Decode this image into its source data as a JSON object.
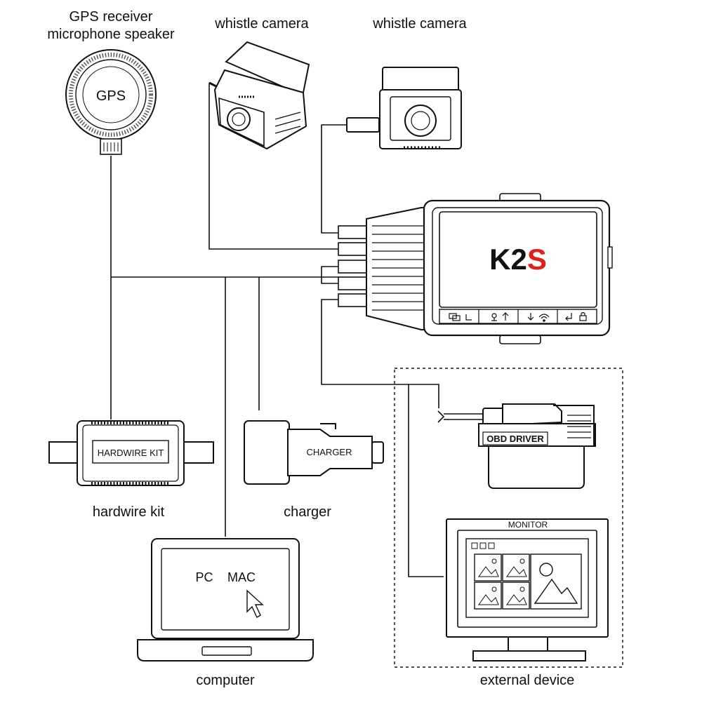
{
  "labels": {
    "gps_line1": "GPS receiver",
    "gps_line2": "microphone speaker",
    "camera_left": "whistle camera",
    "camera_right": "whistle camera",
    "hardwire_kit": "hardwire kit",
    "charger": "charger",
    "computer": "computer",
    "external_device": "external device"
  },
  "device_text": {
    "gps_badge": "GPS",
    "dashcam_brand_k2": "K2",
    "dashcam_brand_s": "S",
    "hardwire_box": "HARDWIRE KIT",
    "charger_box": "CHARGER",
    "obd_box": "OBD DRIVER",
    "monitor_title": "MONITOR",
    "screen_pc": "PC",
    "screen_mac": "MAC"
  },
  "dashcam_buttons": [
    {
      "icon": "screen-switch-icon"
    },
    {
      "icon": "mic-up-icon"
    },
    {
      "icon": "wifi-down-icon"
    },
    {
      "icon": "enter-lock-icon"
    }
  ],
  "colors": {
    "line": "#111111",
    "accent_red": "#e0201b"
  }
}
